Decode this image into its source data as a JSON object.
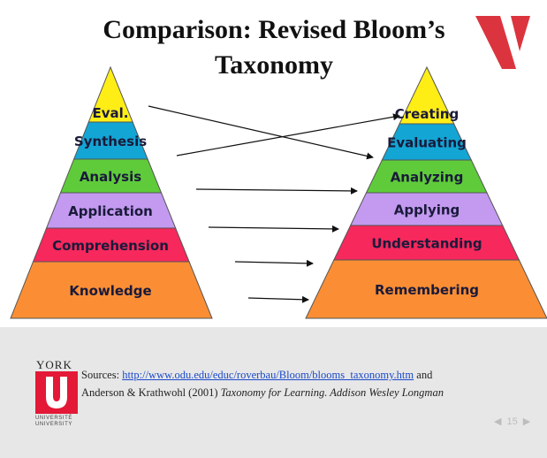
{
  "title": {
    "line1": "Comparison: Revised Bloom’s",
    "line2": "Taxonomy"
  },
  "original_pyramid": {
    "levels": [
      {
        "label": "Eval.",
        "color": "#ffee16"
      },
      {
        "label": "Synthesis",
        "color": "#13a5d4"
      },
      {
        "label": "Analysis",
        "color": "#5fcb3a"
      },
      {
        "label": "Application",
        "color": "#c39af0"
      },
      {
        "label": "Comprehension",
        "color": "#f6285c"
      },
      {
        "label": "Knowledge",
        "color": "#fb8e34"
      }
    ]
  },
  "revised_pyramid": {
    "levels": [
      {
        "label": "Creating",
        "color": "#ffee16"
      },
      {
        "label": "Evaluating",
        "color": "#13a5d4"
      },
      {
        "label": "Analyzing",
        "color": "#5fcb3a"
      },
      {
        "label": "Applying",
        "color": "#c39af0"
      },
      {
        "label": "Understanding",
        "color": "#f6285c"
      },
      {
        "label": "Remembering",
        "color": "#fb8e34"
      }
    ]
  },
  "mappings": [
    {
      "from": "Eval.",
      "to": "Evaluating"
    },
    {
      "from": "Synthesis",
      "to": "Creating"
    },
    {
      "from": "Analysis",
      "to": "Analyzing"
    },
    {
      "from": "Application",
      "to": "Applying"
    },
    {
      "from": "Comprehension",
      "to": "Understanding"
    },
    {
      "from": "Knowledge",
      "to": "Remembering"
    }
  ],
  "footer": {
    "logo_word": "YORK",
    "logo_letter": "U",
    "logo_caption_1": "UNIVERSITÉ",
    "logo_caption_2": "UNIVERSITY",
    "sources_prefix": "Sources: ",
    "sources_url": "http://www.odu.edu/educ/roverbau/Bloom/blooms_taxonomy.htm",
    "sources_suffix": "  and",
    "citation_text": "Anderson & Krathwohl (2001) ",
    "citation_italic": "Taxonomy for Learning. Addison Wesley Longman",
    "page_number": "15",
    "prev_icon": "◀",
    "next_icon": "▶"
  },
  "colors": {
    "york_red": "#e31937",
    "deco_red": "#d9232e",
    "label_text": "#1a1a3a",
    "pyramid_edge": "#555555"
  }
}
